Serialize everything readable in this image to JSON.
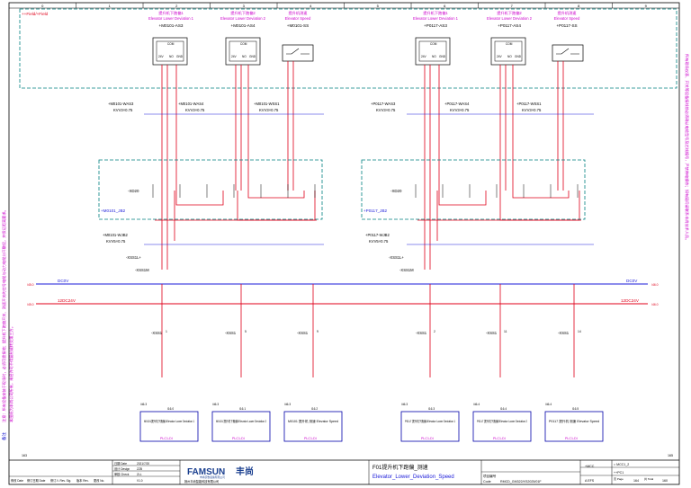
{
  "colors": {
    "frame": "#000000",
    "field": "#008080",
    "red": "#e0001a",
    "blue": "#1a1ad9",
    "magenta": "#cc00cc",
    "box": "#0000aa"
  },
  "columns": [
    "0",
    "1",
    "2",
    "3",
    "4",
    "5",
    "6",
    "7",
    "8",
    "9"
  ],
  "field_label": "++Field/+Field",
  "side_notes": {
    "left_main": "注意：所有设备安装于现场时，必须可靠接地；提升机下跑偏开关、测速开关的信号电缆与动力电缆分开敷设，并保证距离要求。",
    "left_sub": "本图纸为丰尚公司所有，未经许可不得复制或转交第三方。",
    "left_tag": "备注",
    "right_main": "所有现场仪表、开关等设备接线前必须确认电缆型号及芯线编号，严禁带电操作；如有疑问请联系丰尚技术人员。"
  },
  "groups": [
    {
      "devices": [
        {
          "title_cn": "提升机下跑偏1",
          "title_en": "Elevator Lower Deviation 1",
          "tag": "+M0101-AS3",
          "kind": "sensor",
          "t1": "COM",
          "t2": "24V",
          "t3": "NO",
          "t4": "GND"
        },
        {
          "title_cn": "提升机下跑偏2",
          "title_en": "Elevator Lower Deviation 2",
          "tag": "+M0101-AS4",
          "kind": "sensor",
          "t1": "COM",
          "t2": "24V",
          "t3": "NO",
          "t4": "GND"
        },
        {
          "title_cn": "提升机测速",
          "title_en": "Elevator Speed",
          "tag": "+M0101-SS",
          "kind": "switch"
        }
      ],
      "cables": [
        {
          "name": "+M0101-WAS3",
          "spec": "KVV3×0.75"
        },
        {
          "name": "+M0101-WAS4",
          "spec": "KVV3×0.75"
        },
        {
          "name": "+M0101-WSS1",
          "spec": "KVV3×0.75"
        }
      ],
      "jb_terminal": "-XD20",
      "jb": "+M0101_JB2",
      "jb_cable": "+M0101-WJB2",
      "jb_cable_spec": "KVV5×0.75",
      "xss_lplus": "-XSS1L+",
      "xss_m": "-XSS1M",
      "terminals": [
        {
          "name": "-XSS1",
          "num": "1"
        },
        {
          "name": "-XSS1",
          "num": "5"
        },
        {
          "name": "-XSS1",
          "num": "9"
        }
      ],
      "plc": [
        {
          "slot": "/46.3",
          "addr": "I16.0",
          "text": "M0101提升机下跑偏1Elevator Lower Deviation 1",
          "tag": "PLC1-DI"
        },
        {
          "slot": "/46.3",
          "addr": "I16.1",
          "text": "M0101 提升机下跑偏2Elevator Lower Deviation 2",
          "tag": "PLC1-DI"
        },
        {
          "slot": "/46.3",
          "addr": "I16.2",
          "text": "M0101 提升机 测速 Elevator Speed",
          "tag": "PLC1-DI"
        }
      ]
    },
    {
      "devices": [
        {
          "title_cn": "提升机下跑偏1",
          "title_en": "Elevator Lower Deviation 1",
          "tag": "+P0117-AS3",
          "kind": "sensor",
          "t1": "COM",
          "t2": "24V",
          "t3": "NO",
          "t4": "GND"
        },
        {
          "title_cn": "提升机下跑偏2",
          "title_en": "Elevator Lower Deviation 2",
          "tag": "+P0117-AS4",
          "kind": "sensor",
          "t1": "COM",
          "t2": "24V",
          "t3": "NO",
          "t4": "GND"
        },
        {
          "title_cn": "提升机测速",
          "title_en": "Elevator Speed",
          "tag": "+P0117-SS",
          "kind": "switch"
        }
      ],
      "cables": [
        {
          "name": "+P0117-WAS3",
          "spec": "KVV3×0.75"
        },
        {
          "name": "+P0117-WAS4",
          "spec": "KVV3×0.75"
        },
        {
          "name": "+P0117-WSS1",
          "spec": "KVV3×0.75"
        }
      ],
      "jb_terminal": "-XD20",
      "jb": "+P0117_JB2",
      "jb_cable": "+P0117-WJB2",
      "jb_cable_spec": "KVV5×0.75",
      "xss_lplus": "-XSS1L+",
      "xss_m": "-XSS1M",
      "terminals": [
        {
          "name": "-XSS1",
          "num": "2"
        },
        {
          "name": "-XSS1",
          "num": "11"
        },
        {
          "name": "-XSS1",
          "num": "14"
        }
      ],
      "plc": [
        {
          "slot": "/46.3",
          "addr": "I16.3",
          "text": "P0117 提升机下跑偏1Elevator Lower Deviation 1",
          "tag": "PLC1-DI"
        },
        {
          "slot": "/46.4",
          "addr": "I16.4",
          "text": "P0117 提升机下跑偏2Elevator Lower Deviation 2",
          "tag": "PLC1-DI"
        },
        {
          "slot": "/46.4",
          "addr": "I16.5",
          "text": "P0117 提升机 测速 Elevator Speed",
          "tag": "PLC1-DI"
        }
      ]
    }
  ],
  "buses": {
    "dc0v": "DC0V",
    "dc24v": "12DC24V",
    "left_ref_0v": "/45.0",
    "left_ref_24v": "/45.0",
    "right_ref_0v": "/46.0",
    "right_ref_24v": "/46.0"
  },
  "title_block": {
    "company_en": "FAMSUN",
    "company_cn": "丰尚",
    "company_sub": "丰尚农牧装备有限公司",
    "address": "扬州丰尚智能科技有限公司",
    "drawing_cn": "F01提升机下跑偏_测速",
    "drawing_en": "Elevator_Lower_Deviation_Speed",
    "project_label": "项目编号",
    "code_label": "Code",
    "code_value": "RMCD_GM322/XS2025/01F",
    "cabinet": "+MCC",
    "cabinet_sub": "++PC1",
    "eplan_ref": "= MCC1_2",
    "sheet_code": "A EFS",
    "page_label": "页 Page",
    "page_value": "164",
    "total_label": "共 Total",
    "total_value": "160",
    "date_label": "日期 Date",
    "date_value": "2021/7/20",
    "design_label": "设计 Design",
    "design_value": "ZZB",
    "check_label": "审核 Check",
    "check_value": "ZLL",
    "rev_labels": [
      "修改 Date",
      "修订日期 Date",
      "修订人 Rev. Sig.",
      "版本 Rev.",
      "更改 No."
    ],
    "rev_value": "V1.0",
    "page_prev": "163",
    "page_next": "165"
  }
}
